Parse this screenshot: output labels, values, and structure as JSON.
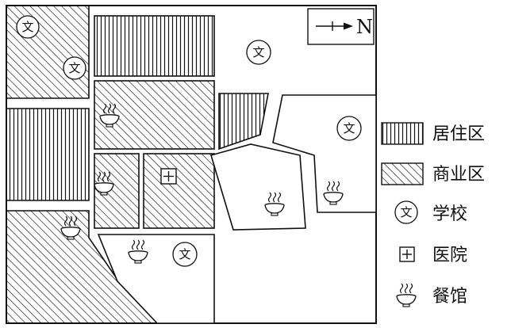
{
  "north_label": "N",
  "legend": {
    "residential": "居住区",
    "commercial": "商业区",
    "school": "学校",
    "hospital": "医院",
    "restaurant": "餐馆"
  },
  "school_char": "文",
  "colors": {
    "ink": "#111111",
    "background": "#ffffff"
  },
  "icons": {
    "hospital": "plus-square-icon",
    "restaurant": "bowl-icon",
    "school": "circled-wen-icon"
  }
}
